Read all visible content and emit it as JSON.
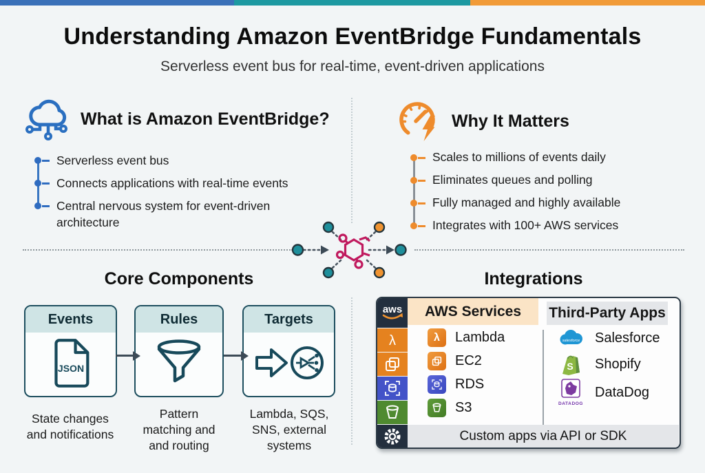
{
  "header": {
    "title": "Understanding Amazon EventBridge Fundamentals",
    "subtitle": "Serverless event bus for real-time, event-driven applications"
  },
  "what_section": {
    "title": "What is Amazon EventBridge?",
    "icon": "cloud-network-icon",
    "bullets": [
      "Serverless event bus",
      "Connects applications with real-time events",
      "Central nervous system for event-driven\narchitecture"
    ]
  },
  "why_section": {
    "title": "Why It Matters",
    "icon": "gauge-bolt-icon",
    "bullets": [
      "Scales to millions of events daily",
      "Eliminates queues and polling",
      "Fully managed and highly available",
      "Integrates with 100+ AWS services"
    ]
  },
  "center_motif": {
    "icon": "eventbridge-hexagon-icon",
    "node_colors": {
      "teal": "#1e8f9b",
      "orange": "#f09330"
    },
    "icon_color": "#c01a5e"
  },
  "core_components": {
    "title": "Core Components",
    "cards": [
      {
        "label": "Events",
        "icon": "json-document-icon",
        "icon_text": "JSON",
        "caption": "State changes\nand notifications"
      },
      {
        "label": "Rules",
        "icon": "funnel-icon",
        "caption": "Pattern\nmatching and\nand routing"
      },
      {
        "label": "Targets",
        "icon": "arrow-target-icon",
        "caption": "Lambda, SQS,\nSNS, external\nsystems"
      }
    ]
  },
  "integrations": {
    "title": "Integrations",
    "aws_logo_text": "aws",
    "sidebar_icons": [
      "aws-logo",
      "lambda-icon",
      "ec2-icon",
      "rds-icon",
      "s3-icon",
      "gear-icon"
    ],
    "aws_services": {
      "header": "AWS Services",
      "items": [
        {
          "name": "Lambda",
          "icon": "lambda-icon",
          "glyph": "λ"
        },
        {
          "name": "EC2",
          "icon": "ec2-icon"
        },
        {
          "name": "RDS",
          "icon": "rds-icon"
        },
        {
          "name": "S3",
          "icon": "s3-icon"
        }
      ]
    },
    "third_party": {
      "header": "Third-Party Apps",
      "items": [
        {
          "name": "Salesforce",
          "icon": "salesforce-cloud-icon",
          "logo_text": "salesforce"
        },
        {
          "name": "Shopify",
          "icon": "shopify-bag-icon",
          "logo_text": "S"
        },
        {
          "name": "DataDog",
          "icon": "datadog-icon",
          "logo_text": "DATADOG"
        }
      ]
    },
    "footer": "Custom apps via API or SDK"
  },
  "colors": {
    "bar_blue": "#3a70b8",
    "bar_teal": "#1d99a1",
    "bar_orange": "#f19b38",
    "accent_blue": "#2a6fc0",
    "accent_orange": "#ee8b2c",
    "card_border_teal": "#1d4e5e",
    "aws_dark": "#232f3e",
    "magenta": "#c01a5e"
  }
}
